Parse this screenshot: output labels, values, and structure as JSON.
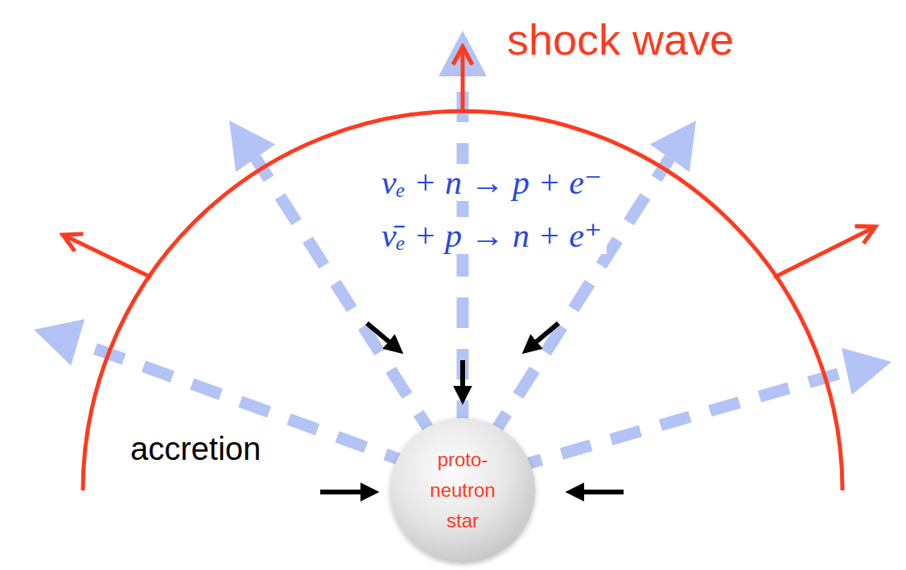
{
  "diagram": {
    "nodes": [
      {
        "text": [
          "proto- neutron star"
        ]
      }
    ],
    "labels": [
      "shock wave",
      "νₑ + n → p + e⁻",
      "ν̄ₑ + p → n + e⁺",
      "accretion"
    ]
  }
}
